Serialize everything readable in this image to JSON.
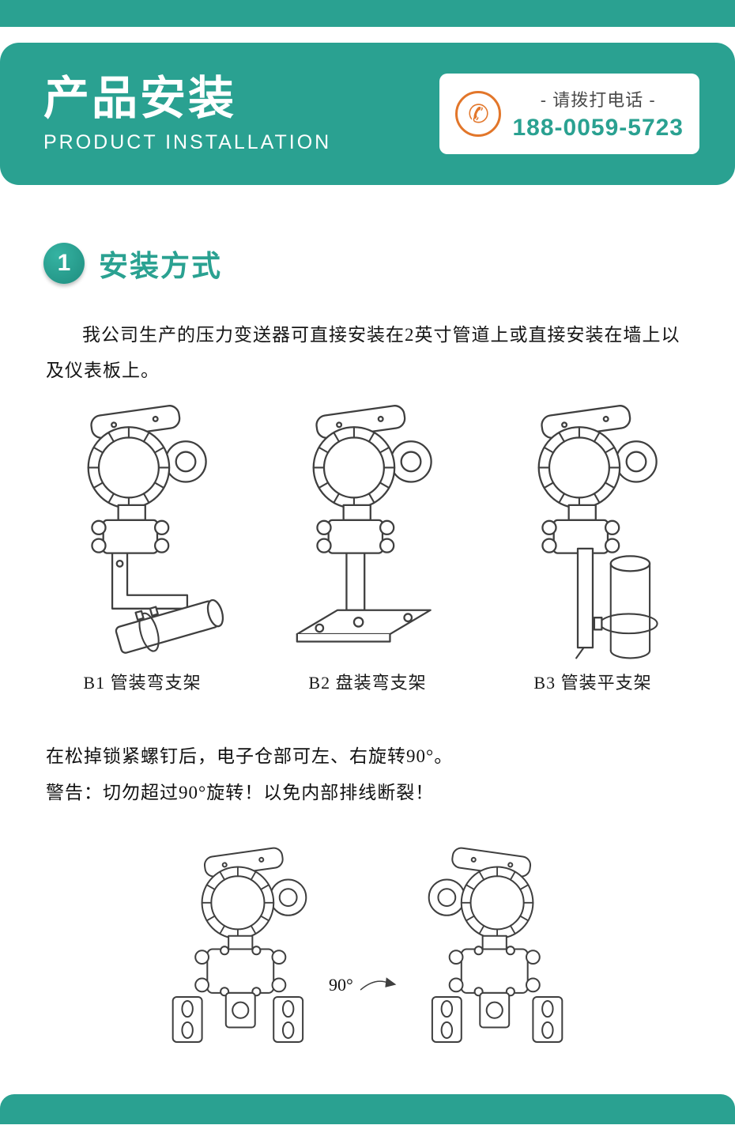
{
  "colors": {
    "brand_teal": "#2aa191",
    "accent_orange": "#e2762a"
  },
  "header": {
    "title": "产品安装",
    "subtitle": "PRODUCT INSTALLATION",
    "phone": {
      "icon": "phone-icon",
      "label": "- 请拨打电话 -",
      "number": "188-0059-5723"
    }
  },
  "section": {
    "number": "1",
    "title": "安装方式"
  },
  "intro": "我公司生产的压力变送器可直接安装在2英寸管道上或直接安装在墙上以及仪表板上。",
  "figures": [
    {
      "label": "B1 管装弯支架"
    },
    {
      "label": "B2 盘装弯支架"
    },
    {
      "label": "B3 管装平支架"
    }
  ],
  "notes": {
    "line1": "在松掉锁紧螺钉后，电子仓部可左、右旋转90°。",
    "line2": "警告：切勿超过90°旋转！以免内部排线断裂！"
  },
  "rotation": {
    "angle": "90°"
  }
}
